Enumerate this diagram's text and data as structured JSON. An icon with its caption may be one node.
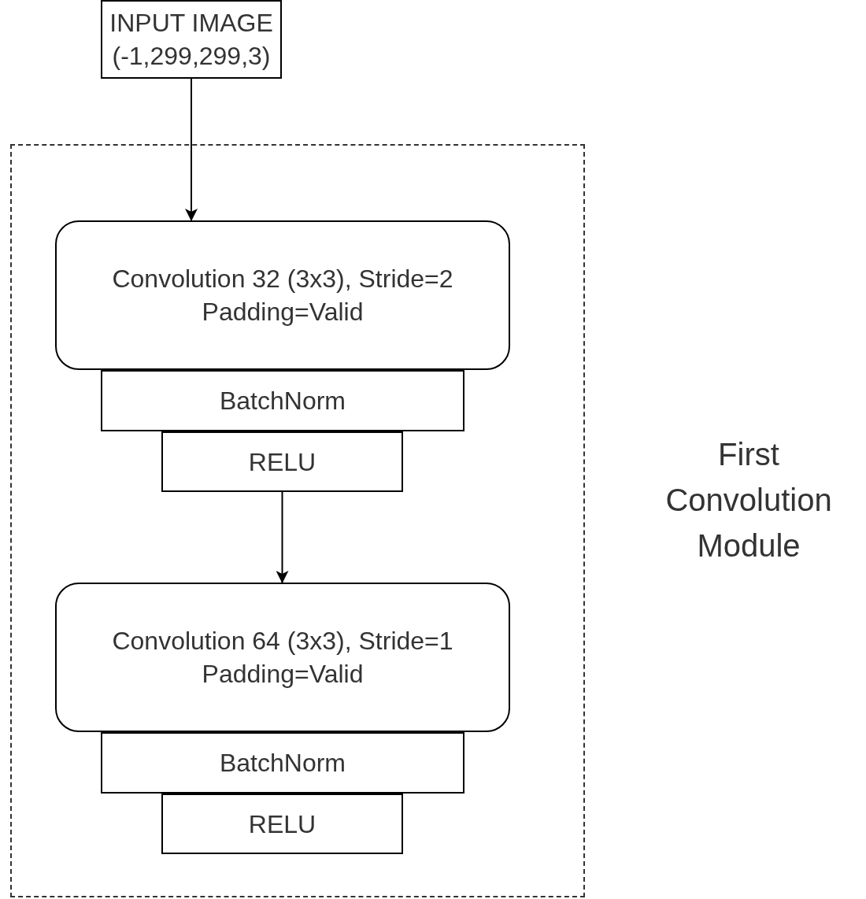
{
  "diagram": {
    "nodes": [
      {
        "text": [
          "INPUT IMAGE (-1,299,299,3)"
        ]
      },
      {
        "text": [
          "First Convolution Module"
        ]
      },
      {
        "text": [
          "Convolution 32 (3x3), Stride=2 Padding=Valid"
        ],
        "in": 1
      },
      {
        "text": [
          "BatchNorm"
        ],
        "in": 1
      },
      {
        "text": [
          "RELU"
        ],
        "in": 1
      },
      {
        "text": [
          "Convolution 64 (3x3), Stride=1 Padding=Valid"
        ],
        "in": 1
      },
      {
        "text": [
          "BatchNorm"
        ],
        "in": 1
      },
      {
        "text": [
          "RELU"
        ],
        "in": 1
      }
    ],
    "edges": [
      {
        "from": 0,
        "to": 2,
        "arrow": "to"
      },
      {
        "from": 4,
        "to": 5,
        "arrow": "to"
      }
    ]
  }
}
